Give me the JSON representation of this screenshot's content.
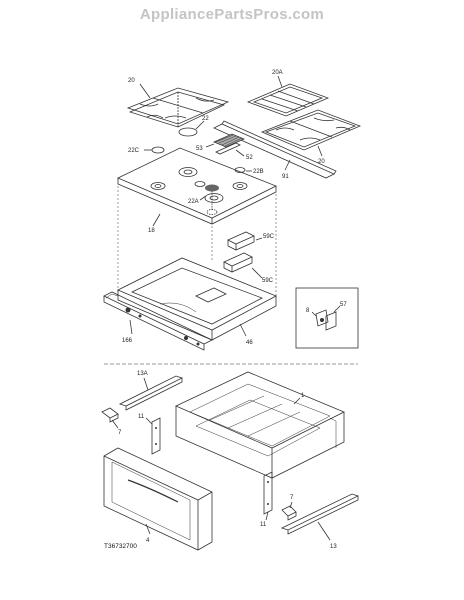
{
  "header": {
    "site_title": "AppliancePartsPros.com"
  },
  "diagram_code": "T36732700",
  "parts": [
    {
      "id": "grate-left",
      "label": "20"
    },
    {
      "id": "grate-top-right",
      "label": "20A"
    },
    {
      "id": "grate-right",
      "label": "20"
    },
    {
      "id": "cap-large",
      "label": "22"
    },
    {
      "id": "cap-left",
      "label": "22C"
    },
    {
      "id": "cap-small",
      "label": "22B"
    },
    {
      "id": "cap-front",
      "label": "22A"
    },
    {
      "id": "vent-grill",
      "label": "53"
    },
    {
      "id": "vent-trim",
      "label": "52"
    },
    {
      "id": "rear-trim",
      "label": "91"
    },
    {
      "id": "cooktop",
      "label": "18"
    },
    {
      "id": "burner-box-top",
      "label": "59C"
    },
    {
      "id": "burner-box-bottom",
      "label": "59C"
    },
    {
      "id": "body-base",
      "label": "46"
    },
    {
      "id": "front-rail",
      "label": "166"
    },
    {
      "id": "inset-part-a",
      "label": "8"
    },
    {
      "id": "inset-part-b",
      "label": "57"
    },
    {
      "id": "slide-left",
      "label": "13A"
    },
    {
      "id": "slide-left-bracket",
      "label": "7"
    },
    {
      "id": "drawer-body",
      "label": "1"
    },
    {
      "id": "drawer-side-left",
      "label": "11"
    },
    {
      "id": "drawer-side-right",
      "label": "11"
    },
    {
      "id": "drawer-front",
      "label": "4"
    },
    {
      "id": "slide-right-bracket",
      "label": "7"
    },
    {
      "id": "slide-right",
      "label": "13"
    }
  ]
}
